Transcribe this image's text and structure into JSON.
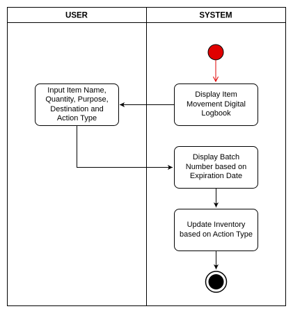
{
  "swimlanes": {
    "user": {
      "title": "USER"
    },
    "system": {
      "title": "SYSTEM"
    }
  },
  "nodes": {
    "display_logbook": "Display Item\nMovement Digital\nLogbook",
    "input_item": "Input Item Name,\nQuantity, Purpose,\nDestination and\nAction Type",
    "display_batch": "Display Batch\nNumber based on\nExpiration Date",
    "update_inventory": "Update Inventory\nbased on Action Type"
  },
  "colors": {
    "start_node": "#e00000",
    "start_arrow": "#e00000",
    "line": "#000000",
    "fill": "#ffffff"
  }
}
